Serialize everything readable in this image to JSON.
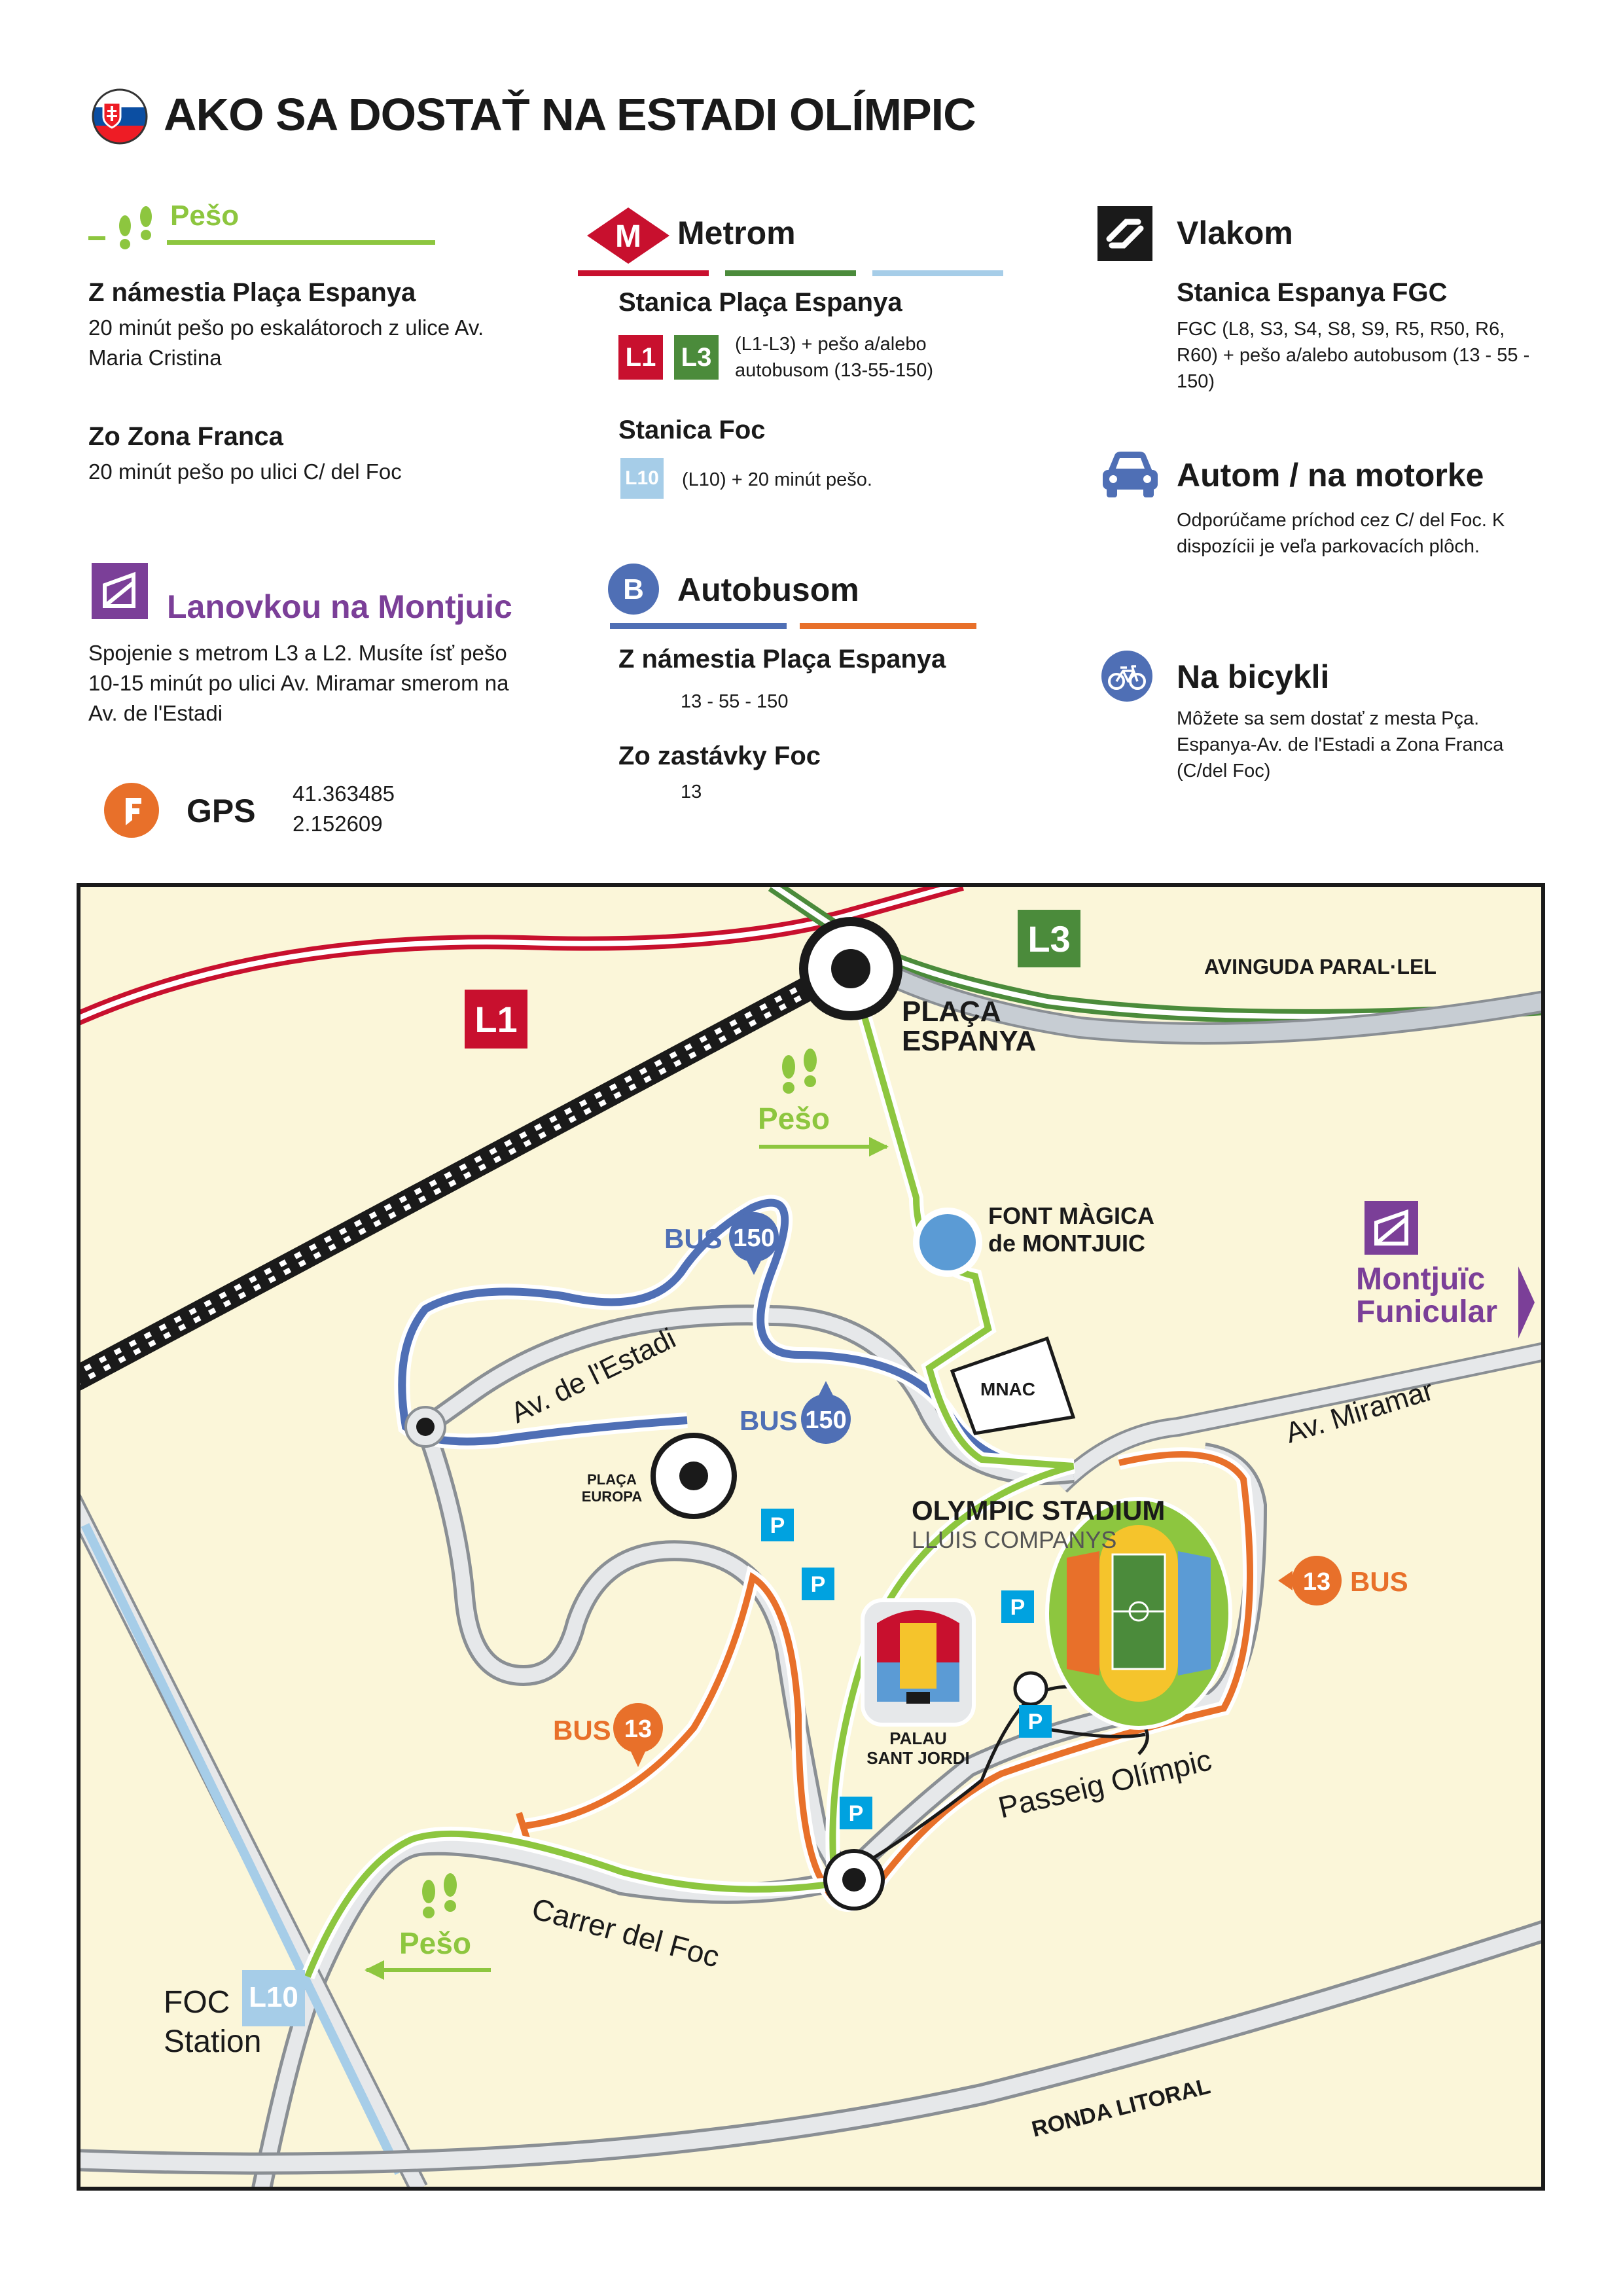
{
  "header": {
    "title": "AKO SA DOSTAŤ NA ESTADI OLÍMPIC",
    "flag_icon": "slovak-flag-icon"
  },
  "colors": {
    "walk": "#8dc63f",
    "metro_red": "#c8102e",
    "metro_green": "#4b8b3b",
    "metro_blue": "#a6cde8",
    "bus_blue": "#4f6fb5",
    "bus_orange": "#e8702a",
    "funicular": "#7b3f98",
    "map_bg": "#fbf6d9",
    "road": "#c7cdd3"
  },
  "walk": {
    "title": "Pešo",
    "items": [
      {
        "heading": "Z námestia Plaça Espanya",
        "text": "20 minút pešo po eskalátoroch z ulice Av. Maria Cristina"
      },
      {
        "heading": "Zo Zona Franca",
        "text": "20 minút pešo po ulici C/ del Foc"
      }
    ]
  },
  "funicular": {
    "title": "Lanovkou na Montjuic",
    "text": "Spojenie s metrom L3 a L2. Musíte ísť pešo 10-15 minút po ulici Av. Miramar smerom na Av. de l'Estadi"
  },
  "gps": {
    "label": "GPS",
    "lat": "41.363485",
    "lon": "2.152609"
  },
  "metro": {
    "title": "Metrom",
    "icon_letter": "M",
    "station1": {
      "heading": "Stanica Plaça Espanya",
      "line1": "L1",
      "line2": "L3",
      "text": "(L1-L3) + pešo a/alebo autobusom (13-55-150)"
    },
    "station2": {
      "heading": "Stanica Foc",
      "line": "L10",
      "text": "(L10) + 20 minút pešo."
    }
  },
  "bus": {
    "title": "Autobusom",
    "icon_letter": "B",
    "stop1": {
      "heading": "Z námestia Plaça Espanya",
      "lines": "13 - 55 - 150"
    },
    "stop2": {
      "heading": "Zo zastávky Foc",
      "lines": "13"
    }
  },
  "train": {
    "title": "Vlakom",
    "heading": "Stanica Espanya FGC",
    "text": "FGC (L8, S3, S4, S8, S9, R5, R50, R6, R60) + pešo a/alebo autobusom (13 - 55 - 150)"
  },
  "car": {
    "title": "Autom / na motorke",
    "text": "Odporúčame príchod cez C/ del Foc. K dispozícii je veľa parkovacích plôch."
  },
  "bike": {
    "title": "Na bicykli",
    "text": "Môžete sa sem dostať z mesta Pça. Espanya-Av. de l'Estadi a Zona Franca (C/del Foc)"
  },
  "map": {
    "l1": "L1",
    "l3": "L3",
    "l10": "L10",
    "paralel": "AVINGUDA PARAL·LEL",
    "plaza_espanya_1": "PLAÇA",
    "plaza_espanya_2": "ESPANYA",
    "walk1": "Pešo",
    "walk2": "Pešo",
    "font_magica_1": "FONT MÀGICA",
    "font_magica_2": "de MONTJUIC",
    "funicular_1": "Montjuïc",
    "funicular_2": "Funicular",
    "bus_label": "BUS",
    "bus150": "150",
    "bus13": "13",
    "av_estadi": "Av. de l'Estadi",
    "mnac": "MNAC",
    "av_miramar": "Av. Miramar",
    "placa_europa_1": "PLAÇA",
    "placa_europa_2": "EUROPA",
    "stadium_1": "OLYMPIC STADIUM",
    "stadium_2": "LLUIS COMPANYS",
    "parking": "P",
    "palau_1": "PALAU",
    "palau_2": "SANT JORDI",
    "passeig": "Passeig Olímpic",
    "carrer_foc": "Carrer del Foc",
    "foc_1": "FOC",
    "foc_2": "Station",
    "ronda": "RONDA LITORAL"
  }
}
